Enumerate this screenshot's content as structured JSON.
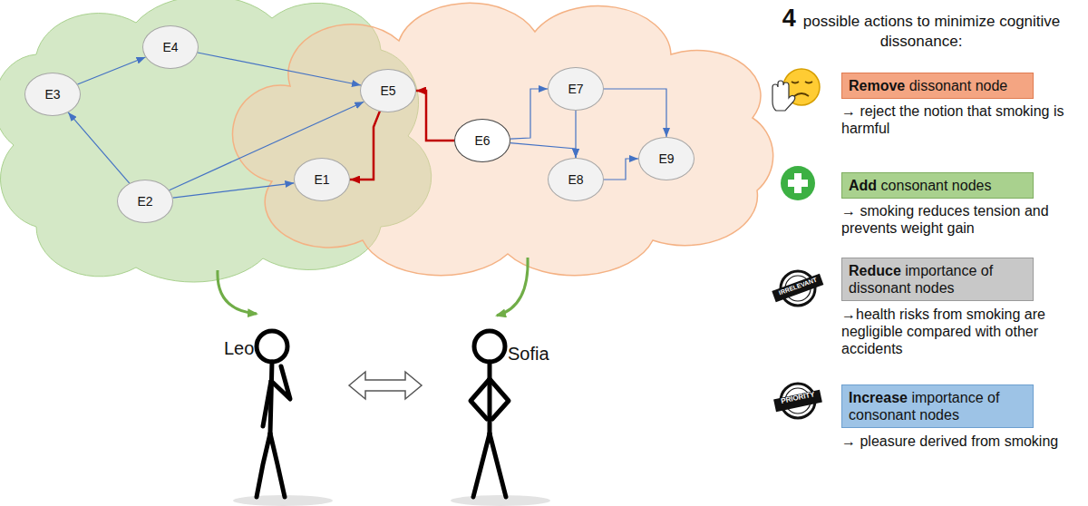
{
  "diagram": {
    "nodes": [
      {
        "text": [
          "E1"
        ]
      },
      {
        "text": [
          "E2"
        ]
      },
      {
        "text": [
          "E3"
        ]
      },
      {
        "text": [
          "E4"
        ]
      },
      {
        "text": [
          "E5"
        ]
      },
      {
        "text": [
          "E6"
        ]
      },
      {
        "text": [
          "E7"
        ]
      },
      {
        "text": [
          "E8"
        ]
      },
      {
        "text": [
          "E9"
        ]
      },
      {
        "text": [
          "Remove",
          "dissonant node"
        ]
      },
      {
        "text": [
          "Add",
          "consonant nodes"
        ]
      },
      {
        "text": [
          "Reduce",
          "importance of dissonant nodes"
        ]
      },
      {
        "text": [
          "Increase",
          "importance of consonant nodes"
        ]
      }
    ],
    "edges": [
      {
        "from": 2,
        "to": 3,
        "arrow": "to"
      },
      {
        "from": 3,
        "to": 4,
        "arrow": "to"
      },
      {
        "from": 1,
        "to": 2,
        "arrow": "to"
      },
      {
        "from": 1,
        "to": 4,
        "arrow": "to"
      },
      {
        "from": 1,
        "to": 0,
        "arrow": "to"
      },
      {
        "from": 5,
        "to": 4,
        "arrow": "to"
      },
      {
        "from": 4,
        "to": 0,
        "arrow": "to"
      },
      {
        "from": 5,
        "to": 6,
        "arrow": "to"
      },
      {
        "from": 5,
        "to": 7,
        "arrow": "to"
      },
      {
        "from": 6,
        "to": 7,
        "arrow": "to"
      },
      {
        "from": 6,
        "to": 8,
        "arrow": "to"
      },
      {
        "from": 7,
        "to": 8,
        "arrow": "to"
      }
    ],
    "labels": [
      "Leo",
      "Sofia",
      "4",
      "possible actions to minimize cognitive dissonance:",
      "→ reject the notion that smoking is harmful",
      "→ smoking reduces tension and prevents weight gain",
      "IRRELEVANT",
      "→health risks from smoking are negligible compared with other accidents",
      "PRIORITY",
      "→ pleasure derived from smoking"
    ]
  }
}
